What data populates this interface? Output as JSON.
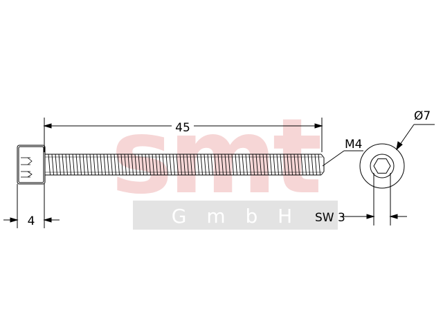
{
  "watermark": {
    "logo": "smt",
    "company": "G m b H",
    "logo_color": "#f6d6d6",
    "band_color": "#e3e3e3"
  },
  "dimensions": {
    "length": "45",
    "head_height": "4",
    "thread": "M4",
    "head_diameter": "Ø7",
    "hex_socket": "SW 3"
  },
  "colors": {
    "line": "#000000",
    "background": "#ffffff"
  }
}
